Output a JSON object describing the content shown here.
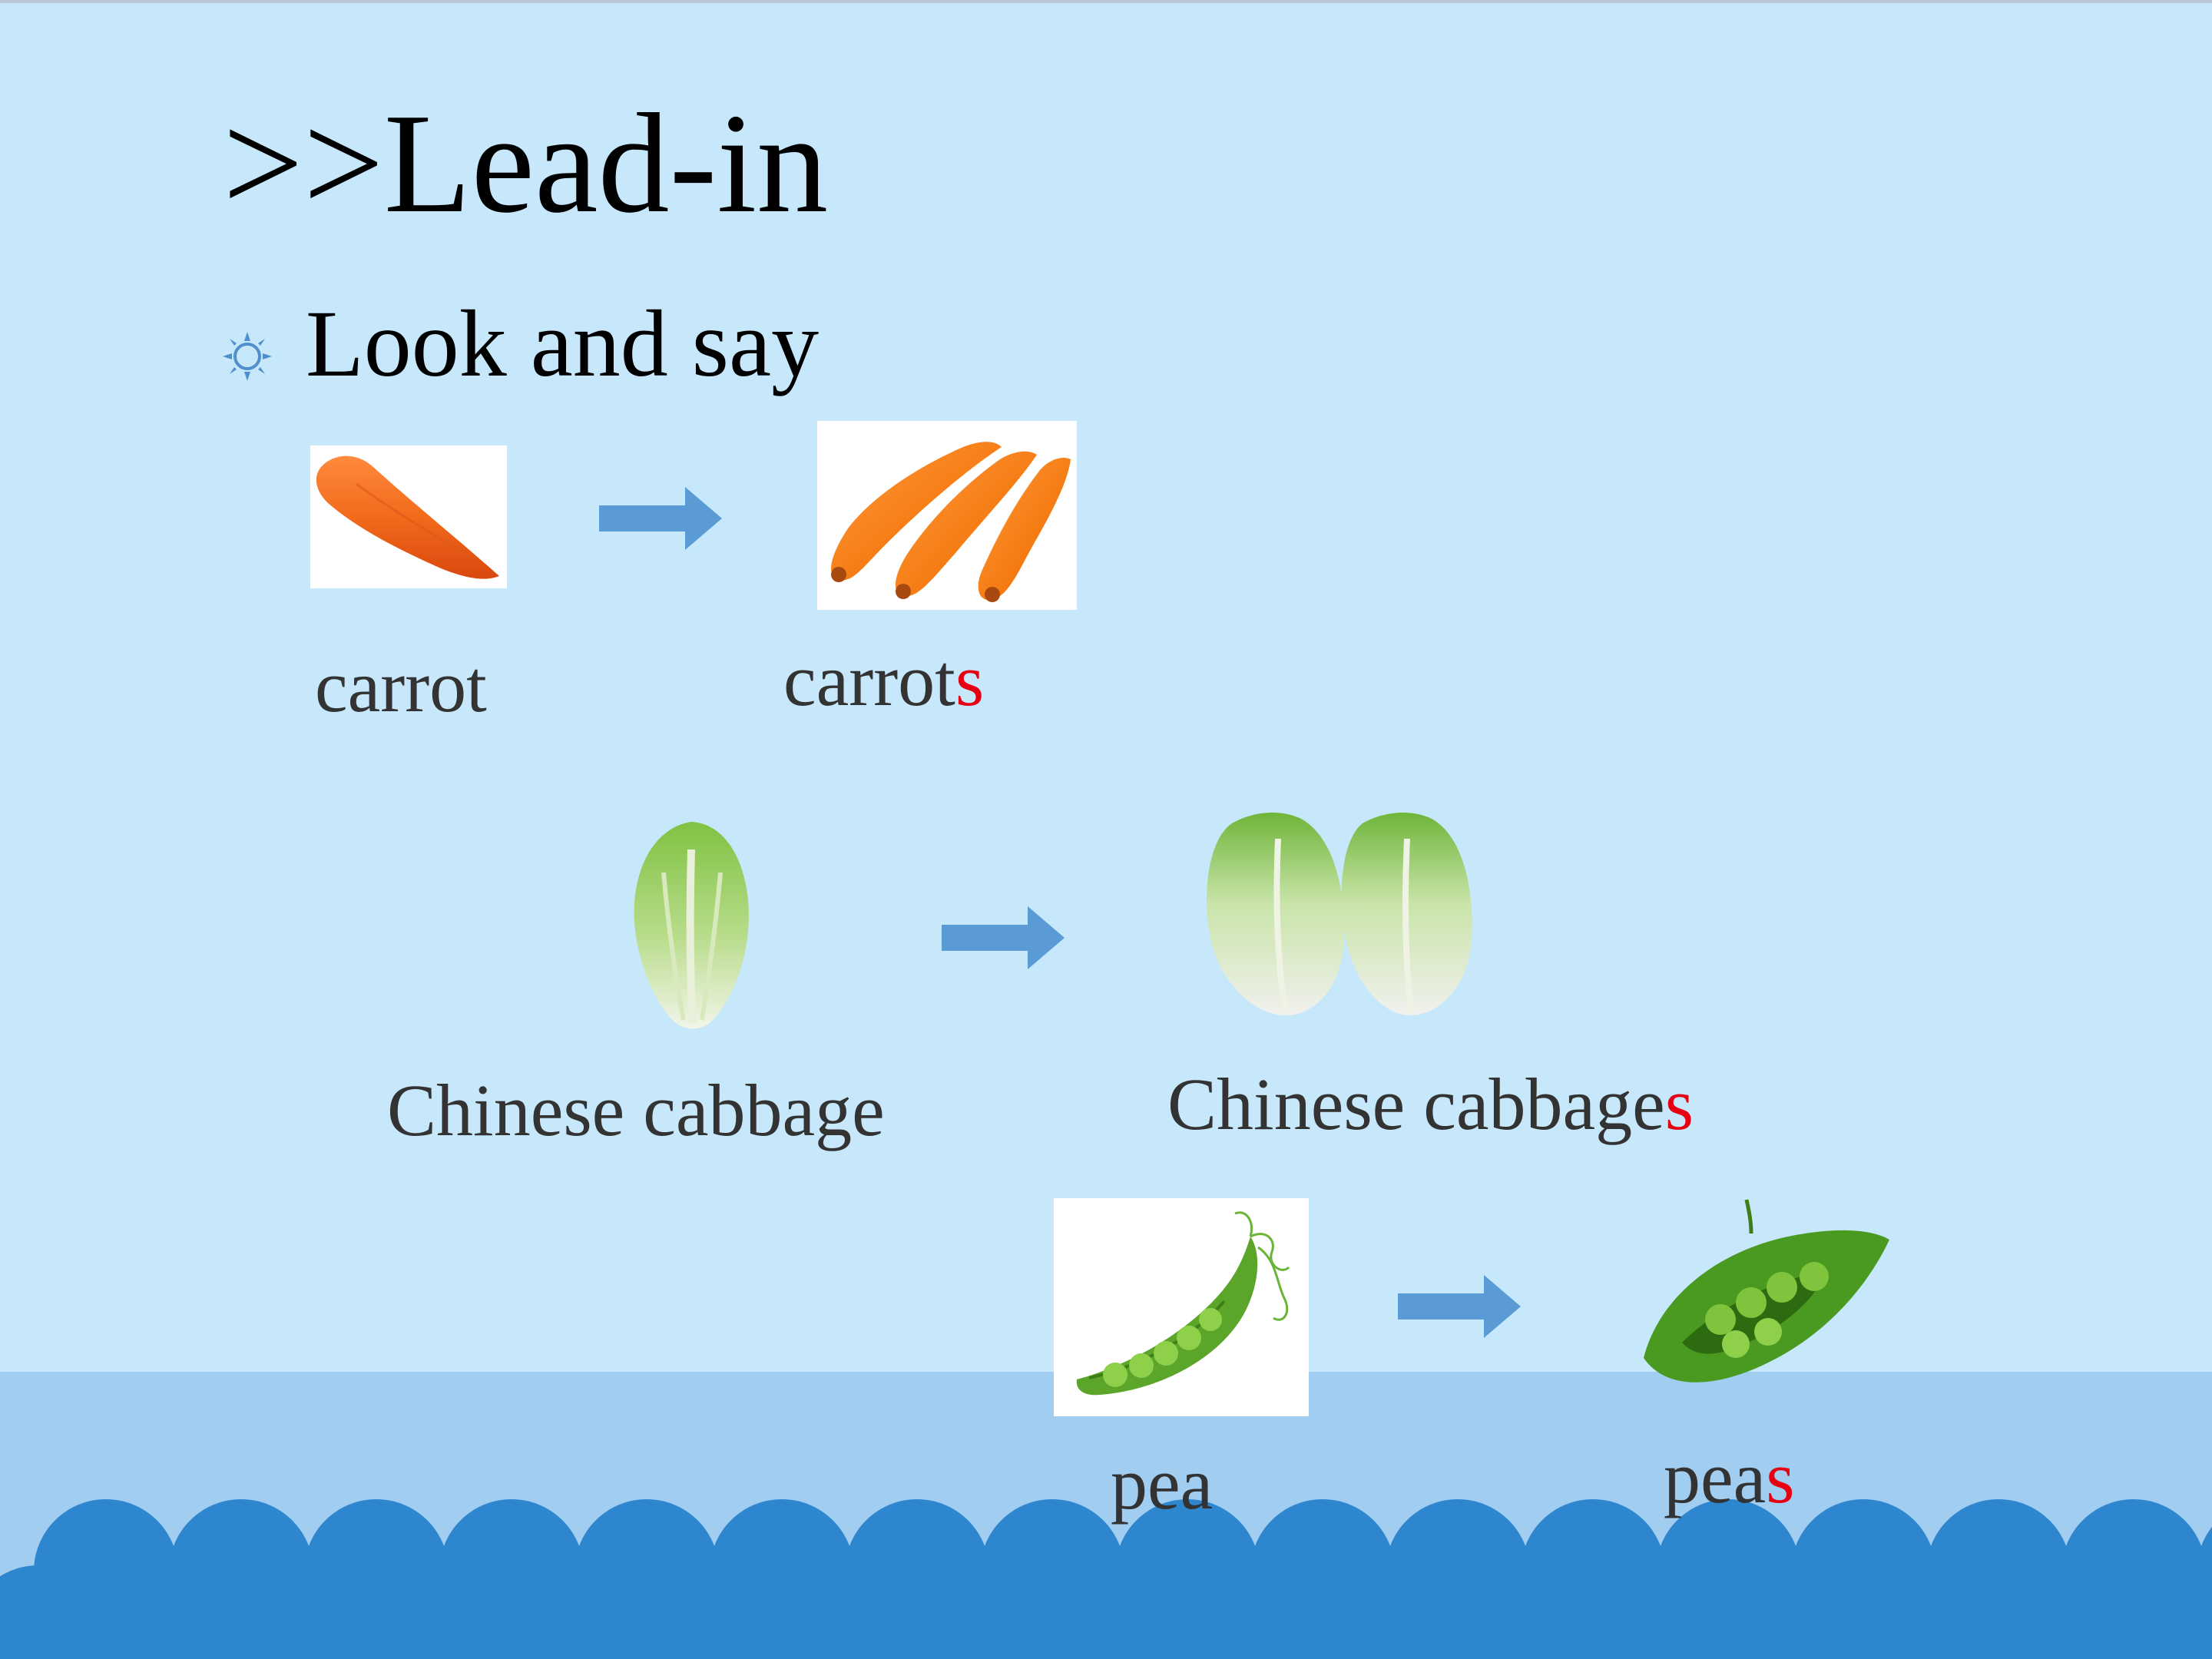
{
  "title": ">>Lead-in",
  "subtitle": "Look and say",
  "bullet_icon": "sun-bullet-icon",
  "colors": {
    "background": "#c7e7fb",
    "arrow": "#5b9bd5",
    "highlight": "#e60012",
    "wave": "#2e86cf",
    "water": "#a0cdf0"
  },
  "pairs": [
    {
      "singular": "carrot",
      "plural_stem": "carrot",
      "plural_suffix": "s"
    },
    {
      "singular": "Chinese cabbage",
      "plural_stem": "Chinese cabbage",
      "plural_suffix": "s"
    },
    {
      "singular": "pea",
      "plural_stem": "pea",
      "plural_suffix": "s"
    }
  ]
}
